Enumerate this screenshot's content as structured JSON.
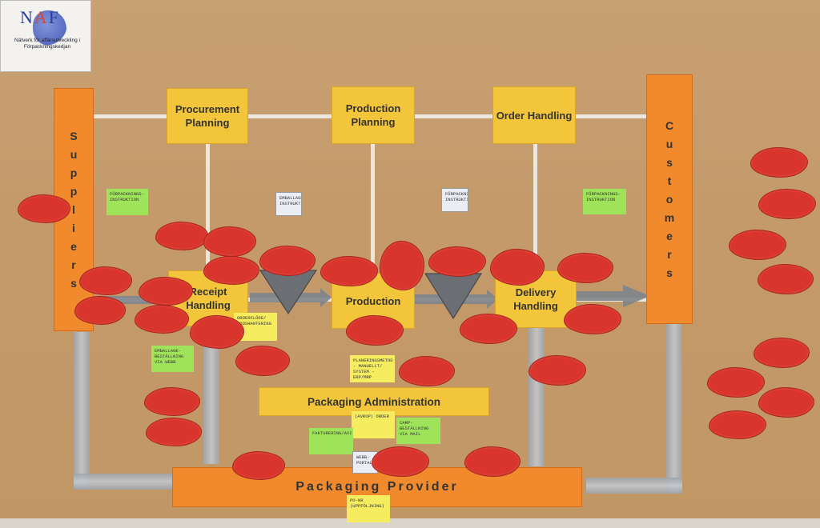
{
  "logo": {
    "title_a": "N",
    "title_b": "A",
    "title_c": "F",
    "subtitle": "Nätverk för affärsutveckling i Förpackningskedjan"
  },
  "boxes": {
    "procurement": "Procurement Planning",
    "production_planning": "Production Planning",
    "order_handling": "Order Handling",
    "receipt": "Receipt Handling",
    "production": "Production",
    "delivery": "Delivery Handling",
    "packaging_admin": "Packaging Administration",
    "packaging_provider": "Packaging Provider"
  },
  "suppliers": [
    "S",
    "u",
    "p",
    "p",
    "l",
    "i",
    "e",
    "r",
    "s"
  ],
  "customers": [
    "C",
    "u",
    "s",
    "t",
    "o",
    "m",
    "e",
    "r",
    "s"
  ],
  "notes": {
    "n1": "FÖRPACKNINGS-INSTRUKTION",
    "n2": "FÖRPACKNINGS-INSTRUKTION",
    "n3": "ORDERFLÖDE/ GODSHANTERING",
    "n4": "EMBALLAGE-BESTÄLLNING VIA WEBB",
    "n5": "PLANERINGSMETOD - MANUELLT/ SYSTEM - ERP/MRP",
    "n6": "(AVROP) ORDER",
    "n7": "FAKTURERING/AVI",
    "n8": "CARP- BESTÄLLNING VIA MAIL",
    "n9": "PO-NR (UPPFÖLJNING)",
    "n10": "EMBALLAGE- INSTRUKTION",
    "n11": "FÖRPACKNINGS- INSTRUKTION",
    "n12": "WEBB- PORTAL"
  },
  "colors": {
    "yellow": "#f3c53a",
    "orange": "#f08a2c",
    "cloud_red": "#d9352c",
    "sticky_green": "#9fe35a",
    "sticky_yellow": "#f6ec60",
    "tape": "#b4b8bd"
  }
}
